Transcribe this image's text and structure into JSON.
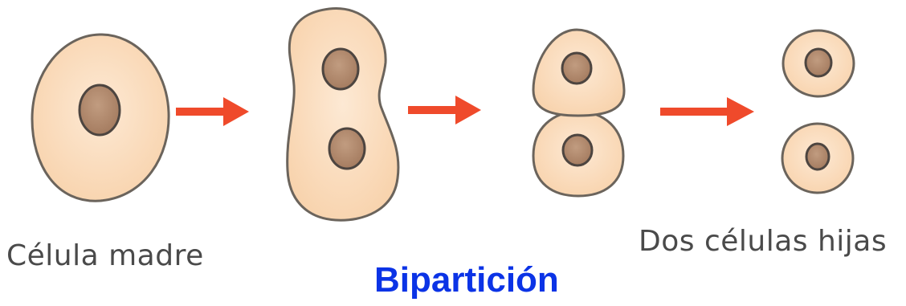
{
  "labels": {
    "mother_cell": "Célula madre",
    "daughter_cells": "Dos células hijas"
  },
  "title": "Bipartición",
  "colors": {
    "cytoplasm": "#fbd9b6",
    "cytoplasm_light": "#fde7cf",
    "membrane": "#6b645c",
    "nucleus": "#b18a6e",
    "nucleus_edge": "#4d4540",
    "arrow": "#ef4a2b",
    "title": "#0b33e6"
  },
  "stages": [
    {
      "name": "mother-cell",
      "nuclei": 1
    },
    {
      "name": "elongating-cell",
      "nuclei": 2
    },
    {
      "name": "dividing-cell",
      "nuclei": 2
    },
    {
      "name": "daughter-cells",
      "nuclei": 2
    }
  ]
}
